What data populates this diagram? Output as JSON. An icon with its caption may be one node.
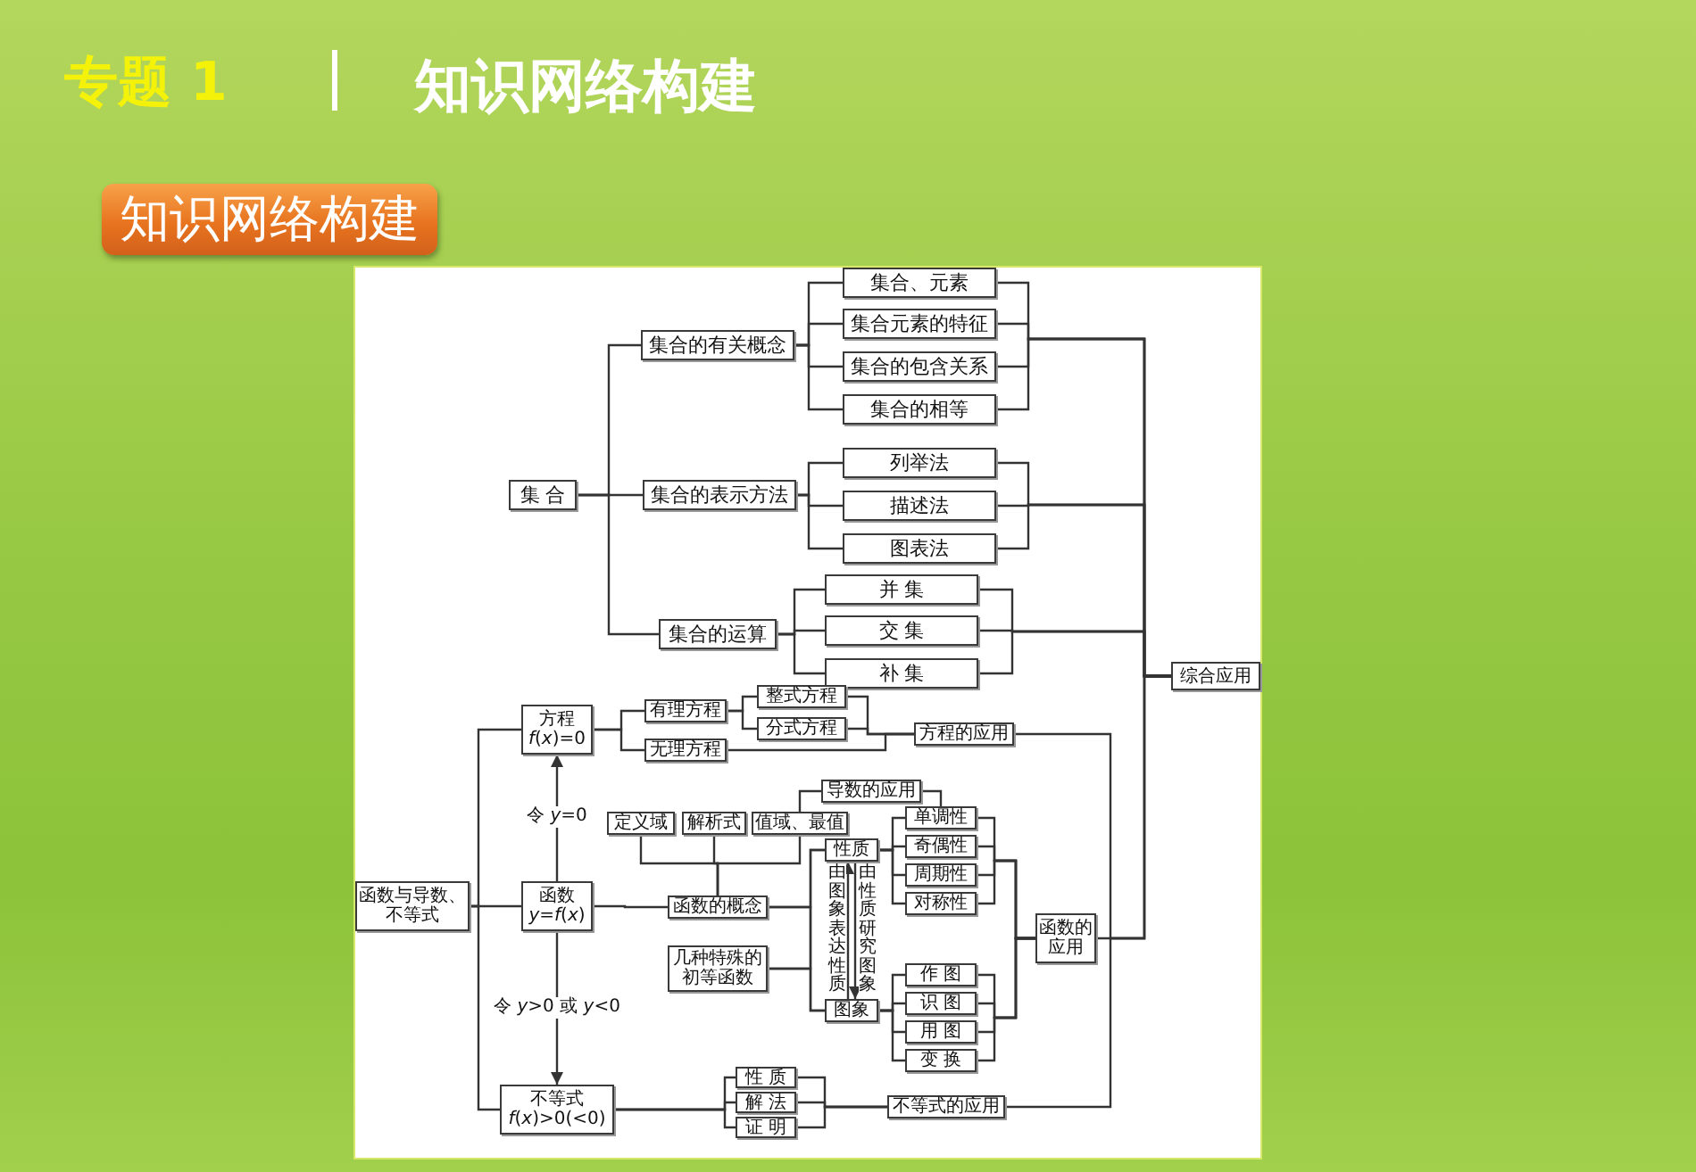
{
  "diagram": {
    "title": "知识网络构建",
    "nodes": [
      {
        "text": [
          "集 合"
        ]
      },
      {
        "text": [
          "集合的有关概念"
        ]
      },
      {
        "text": [
          "集合的表示方法"
        ]
      },
      {
        "text": [
          "集合的运算"
        ]
      },
      {
        "text": [
          "集合、元素"
        ]
      },
      {
        "text": [
          "集合元素的特征"
        ]
      },
      {
        "text": [
          "集合的包含关系"
        ]
      },
      {
        "text": [
          "集合的相等"
        ]
      },
      {
        "text": [
          "列举法"
        ]
      },
      {
        "text": [
          "描述法"
        ]
      },
      {
        "text": [
          "图表法"
        ]
      },
      {
        "text": [
          "并 集"
        ]
      },
      {
        "text": [
          "交 集"
        ]
      },
      {
        "text": [
          "补 集"
        ]
      },
      {
        "text": [
          "综合应用"
        ]
      },
      {
        "text": [
          "函数与导数、不等式"
        ]
      },
      {
        "text": [
          "方程",
          "*f*(*x*)=0"
        ]
      },
      {
        "text": [
          "有理方程"
        ]
      },
      {
        "text": [
          "无理方程"
        ]
      },
      {
        "text": [
          "整式方程"
        ]
      },
      {
        "text": [
          "分式方程"
        ]
      },
      {
        "text": [
          "方程的应用"
        ]
      },
      {
        "text": [
          "函数",
          "*y*=*f*(*x*)"
        ]
      },
      {
        "text": [
          "定义域"
        ]
      },
      {
        "text": [
          "解析式"
        ]
      },
      {
        "text": [
          "值域、最值"
        ]
      },
      {
        "text": [
          "导数的应用"
        ]
      },
      {
        "text": [
          "函数的概念"
        ]
      },
      {
        "text": [
          "几种特殊的初等函数"
        ]
      },
      {
        "text": [
          "性质"
        ]
      },
      {
        "text": [
          "图象"
        ]
      },
      {
        "text": [
          "单调性"
        ]
      },
      {
        "text": [
          "奇偶性"
        ]
      },
      {
        "text": [
          "周期性"
        ]
      },
      {
        "text": [
          "对称性"
        ]
      },
      {
        "text": [
          "作 图"
        ]
      },
      {
        "text": [
          "识 图"
        ]
      },
      {
        "text": [
          "用 图"
        ]
      },
      {
        "text": [
          "变 换"
        ]
      },
      {
        "text": [
          "函数的应用"
        ]
      },
      {
        "text": [
          "不等式",
          "*f*(*x*)>0(<0)"
        ]
      },
      {
        "text": [
          "性 质"
        ]
      },
      {
        "text": [
          "解 法"
        ]
      },
      {
        "text": [
          "证 明"
        ]
      },
      {
        "text": [
          "不等式的应用"
        ]
      }
    ],
    "edges": [
      {
        "from": 0,
        "to": 1,
        "arrow": "none"
      },
      {
        "from": 0,
        "to": 2,
        "arrow": "none"
      },
      {
        "from": 0,
        "to": 3,
        "arrow": "none"
      },
      {
        "from": 1,
        "to": 4,
        "arrow": "none"
      },
      {
        "from": 1,
        "to": 5,
        "arrow": "none"
      },
      {
        "from": 1,
        "to": 6,
        "arrow": "none"
      },
      {
        "from": 1,
        "to": 7,
        "arrow": "none"
      },
      {
        "from": 2,
        "to": 8,
        "arrow": "none"
      },
      {
        "from": 2,
        "to": 9,
        "arrow": "none"
      },
      {
        "from": 2,
        "to": 10,
        "arrow": "none"
      },
      {
        "from": 3,
        "to": 11,
        "arrow": "none"
      },
      {
        "from": 3,
        "to": 12,
        "arrow": "none"
      },
      {
        "from": 3,
        "to": 13,
        "arrow": "none"
      },
      {
        "from": 4,
        "to": 14,
        "arrow": "none"
      },
      {
        "from": 5,
        "to": 14,
        "arrow": "none"
      },
      {
        "from": 6,
        "to": 14,
        "arrow": "none"
      },
      {
        "from": 7,
        "to": 14,
        "arrow": "none"
      },
      {
        "from": 8,
        "to": 14,
        "arrow": "none"
      },
      {
        "from": 9,
        "to": 14,
        "arrow": "none"
      },
      {
        "from": 10,
        "to": 14,
        "arrow": "none"
      },
      {
        "from": 11,
        "to": 14,
        "arrow": "none"
      },
      {
        "from": 12,
        "to": 14,
        "arrow": "none"
      },
      {
        "from": 13,
        "to": 14,
        "arrow": "none"
      },
      {
        "from": 15,
        "to": 16,
        "arrow": "none"
      },
      {
        "from": 15,
        "to": 22,
        "arrow": "none"
      },
      {
        "from": 15,
        "to": 40,
        "arrow": "none"
      },
      {
        "from": 22,
        "to": 16,
        "arrow": "to",
        "label": "令 *y*=0"
      },
      {
        "from": 22,
        "to": 40,
        "arrow": "to",
        "label": "令 *y*>0 或 *y*<0"
      },
      {
        "from": 16,
        "to": 17,
        "arrow": "none"
      },
      {
        "from": 16,
        "to": 18,
        "arrow": "none"
      },
      {
        "from": 17,
        "to": 19,
        "arrow": "none"
      },
      {
        "from": 17,
        "to": 20,
        "arrow": "none"
      },
      {
        "from": 19,
        "to": 21,
        "arrow": "none"
      },
      {
        "from": 20,
        "to": 21,
        "arrow": "none"
      },
      {
        "from": 18,
        "to": 21,
        "arrow": "none"
      },
      {
        "from": 22,
        "to": 27,
        "arrow": "none"
      },
      {
        "from": 23,
        "to": 27,
        "arrow": "none"
      },
      {
        "from": 24,
        "to": 27,
        "arrow": "none"
      },
      {
        "from": 25,
        "to": 27,
        "arrow": "none"
      },
      {
        "from": 25,
        "to": 26,
        "arrow": "none"
      },
      {
        "from": 26,
        "to": 31,
        "arrow": "none"
      },
      {
        "from": 27,
        "to": 29,
        "arrow": "none"
      },
      {
        "from": 27,
        "to": 30,
        "arrow": "none"
      },
      {
        "from": 28,
        "to": 29,
        "arrow": "none"
      },
      {
        "from": 28,
        "to": 30,
        "arrow": "none"
      },
      {
        "from": 30,
        "to": 29,
        "arrow": "to",
        "label": "由图象表达性质"
      },
      {
        "from": 29,
        "to": 30,
        "arrow": "to",
        "label": "由性质研究图象"
      },
      {
        "from": 29,
        "to": 31,
        "arrow": "none"
      },
      {
        "from": 29,
        "to": 32,
        "arrow": "none"
      },
      {
        "from": 29,
        "to": 33,
        "arrow": "none"
      },
      {
        "from": 29,
        "to": 34,
        "arrow": "none"
      },
      {
        "from": 30,
        "to": 35,
        "arrow": "none"
      },
      {
        "from": 30,
        "to": 36,
        "arrow": "none"
      },
      {
        "from": 30,
        "to": 37,
        "arrow": "none"
      },
      {
        "from": 30,
        "to": 38,
        "arrow": "none"
      },
      {
        "from": 31,
        "to": 39,
        "arrow": "none"
      },
      {
        "from": 32,
        "to": 39,
        "arrow": "none"
      },
      {
        "from": 33,
        "to": 39,
        "arrow": "none"
      },
      {
        "from": 34,
        "to": 39,
        "arrow": "none"
      },
      {
        "from": 35,
        "to": 39,
        "arrow": "none"
      },
      {
        "from": 36,
        "to": 39,
        "arrow": "none"
      },
      {
        "from": 37,
        "to": 39,
        "arrow": "none"
      },
      {
        "from": 38,
        "to": 39,
        "arrow": "none"
      },
      {
        "from": 40,
        "to": 41,
        "arrow": "none"
      },
      {
        "from": 40,
        "to": 42,
        "arrow": "none"
      },
      {
        "from": 40,
        "to": 43,
        "arrow": "none"
      },
      {
        "from": 41,
        "to": 44,
        "arrow": "none"
      },
      {
        "from": 42,
        "to": 44,
        "arrow": "none"
      },
      {
        "from": 43,
        "to": 44,
        "arrow": "none"
      },
      {
        "from": 21,
        "to": 14,
        "arrow": "none"
      },
      {
        "from": 39,
        "to": 14,
        "arrow": "none"
      },
      {
        "from": 44,
        "to": 14,
        "arrow": "none"
      }
    ],
    "labels": [
      "专题 1",
      "知识网络构建"
    ]
  }
}
